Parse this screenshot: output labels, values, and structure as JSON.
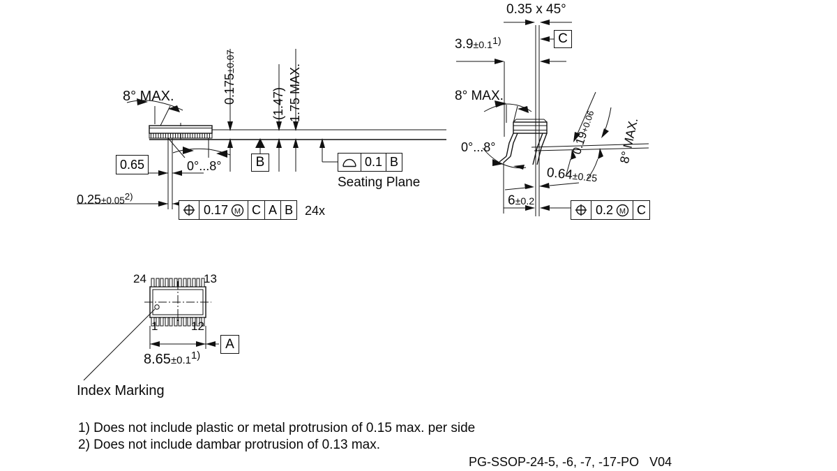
{
  "document": {
    "type": "package-outline-drawing",
    "part_number": "PG-SSOP-24-5, -6, -7, -17-PO",
    "revision": "V04",
    "index_marking_label": "Index Marking"
  },
  "side_view": {
    "angle_top_label": "8° MAX.",
    "lead_angle_label": "0°...8°",
    "standoff": {
      "value": "0.175",
      "tol": "±0.07"
    },
    "body_height_ref": "(1.47)",
    "total_height": "1.75 MAX.",
    "pitch": "0.65",
    "lead_width": {
      "value": "0.25",
      "tol": "±0.05",
      "note": "2)"
    },
    "datum_b_label": "B",
    "seating_plane": {
      "symbol": "profile-arc-icon",
      "tolerance": "0.1",
      "datum": "B",
      "caption": "Seating Plane"
    },
    "position_frame": {
      "symbol": "position-icon",
      "tolerance": "0.17",
      "modifier": "M",
      "datums": [
        "C",
        "A",
        "B"
      ],
      "quantity": "24x"
    }
  },
  "end_view": {
    "chamfer": "0.35 x 45°",
    "datum_c_label": "C",
    "body_width": {
      "value": "3.9",
      "tol": "±0.1",
      "note": "1)"
    },
    "angle_top_label": "8° MAX.",
    "lead_angle_label": "0°...8°",
    "lead_thickness": {
      "value": "0.19",
      "tol": "+0.06"
    },
    "foot_angle_label": "8° MAX.",
    "foot_length": {
      "value": "0.64",
      "tol": "±0.25"
    },
    "span": {
      "value": "6",
      "tol": "±0.2"
    },
    "position_frame": {
      "symbol": "position-icon",
      "tolerance": "0.2",
      "modifier": "M",
      "datums": [
        "C"
      ]
    }
  },
  "top_view": {
    "pin_top_left": "24",
    "pin_top_right": "13",
    "pin_bottom_left": "1",
    "pin_bottom_right": "12",
    "body_length": {
      "value": "8.65",
      "tol": "±0.1",
      "note": "1)"
    },
    "datum_a_label": "A",
    "lead_count_per_side": 12
  },
  "notes": [
    "1) Does not include plastic or metal protrusion of 0.15 max. per side",
    "2) Does not include dambar protrusion of 0.13 max."
  ],
  "colors": {
    "line": "#111111",
    "background": "#ffffff"
  }
}
